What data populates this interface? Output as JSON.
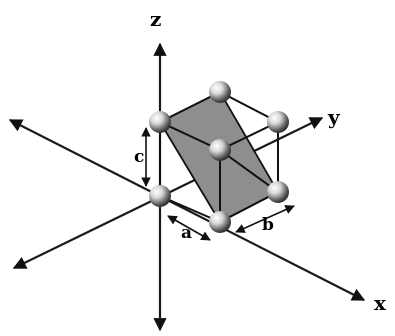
{
  "labels": {
    "axis_z": "z",
    "axis_y": "y",
    "axis_x": "x",
    "param_a": "a",
    "param_b": "b",
    "param_c": "c"
  },
  "colors": {
    "plane_fill": "#8e8e8e",
    "line": "#111111",
    "atom_light": "#ffffff",
    "atom_dark": "#2b2b2b"
  }
}
